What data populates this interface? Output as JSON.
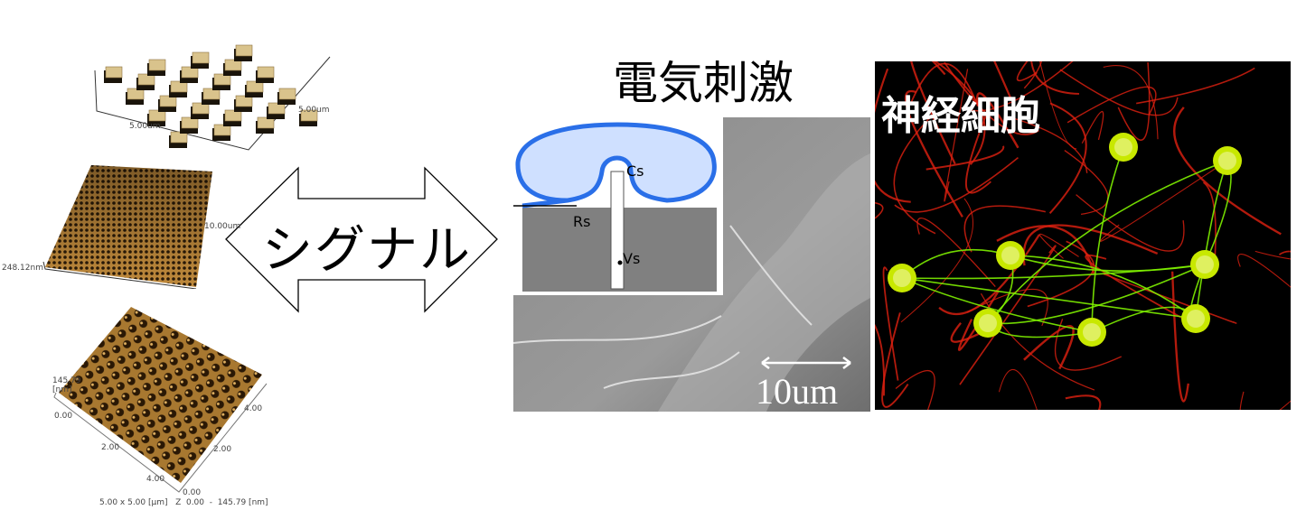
{
  "afm_top": {
    "x_label": "5.00um",
    "y_label": "5.00um"
  },
  "afm_middle": {
    "x_label": "10.00um",
    "z_label": "248.12nm"
  },
  "afm_bottom": {
    "z_max": "145.79",
    "z_unit": "[nm]",
    "z_min": "0.00",
    "x_tick_1": "2.00",
    "x_tick_2": "4.00",
    "y_tick_0": "0.00",
    "y_tick_1": "2.00",
    "y_tick_2": "4.00",
    "caption": "5.00 x 5.00 [µm]   Z  0.00  -  145.79 [nm]"
  },
  "arrow_label": "シグナル",
  "stimulation_title": "電気刺激",
  "circuit": {
    "cs_label": "Cs",
    "rs_label": "Rs",
    "vs_label": "Vs"
  },
  "sem": {
    "scale_label": "10um"
  },
  "neuron_label": "神経細胞",
  "colors": {
    "afm_gold": "#b8893e",
    "membrane_blue": "#cfe0ff",
    "membrane_edge": "#2a6fe8",
    "substrate_gray": "#808080",
    "neuron_red": "#e02010",
    "neuron_green": "#7ef000"
  }
}
